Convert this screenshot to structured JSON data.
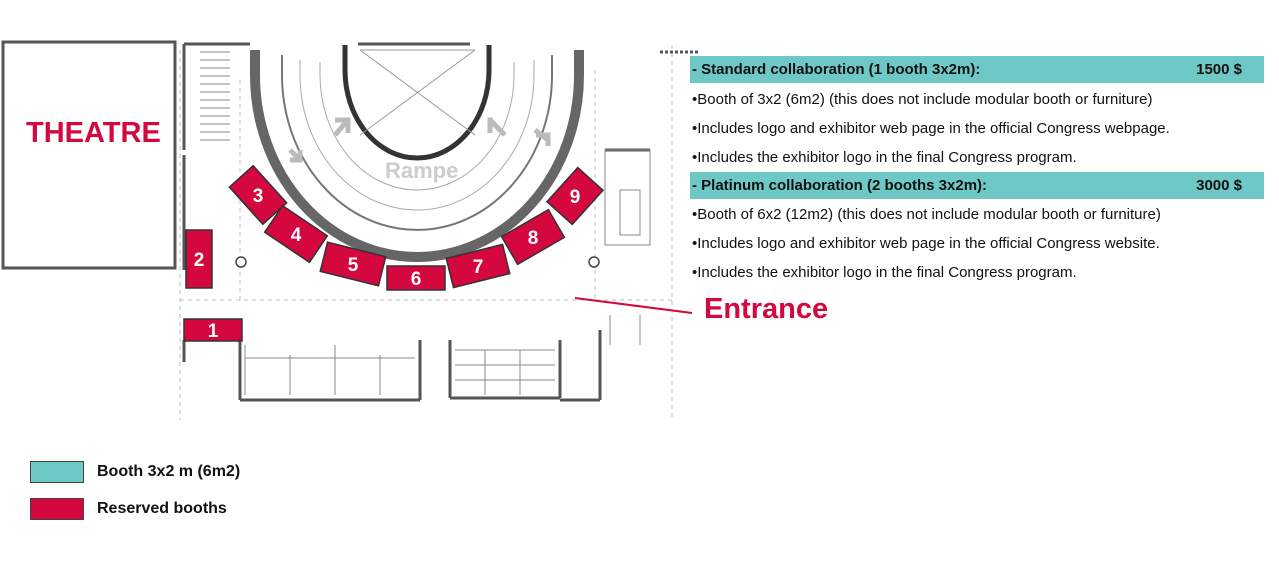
{
  "plan": {
    "theatre_label": "THEATRE",
    "ramp_label": "Rampe",
    "entrance_label": "Entrance",
    "booths": [
      {
        "number": "1",
        "reserved": true
      },
      {
        "number": "2",
        "reserved": true
      },
      {
        "number": "3",
        "reserved": true
      },
      {
        "number": "4",
        "reserved": true
      },
      {
        "number": "5",
        "reserved": true
      },
      {
        "number": "6",
        "reserved": true
      },
      {
        "number": "7",
        "reserved": true
      },
      {
        "number": "8",
        "reserved": true
      },
      {
        "number": "9",
        "reserved": true
      }
    ]
  },
  "packages": [
    {
      "title": "- Standard collaboration (1 booth 3x2m):",
      "price": "1500 $",
      "bullets": [
        "Booth of 3x2 (6m2) (this does not include modular booth or furniture)",
        "Includes logo and exhibitor web page in the official Congress webpage.",
        "Includes the exhibitor logo in the final Congress program."
      ]
    },
    {
      "title": "- Platinum collaboration (2 booths 3x2m):",
      "price": "3000 $",
      "bullets": [
        "Booth of 6x2 (12m2) (this does not include modular booth or furniture)",
        "Includes logo and exhibitor web page in the official Congress website.",
        "Includes the exhibitor logo in the final Congress program."
      ]
    }
  ],
  "legend": [
    {
      "label": "Booth 3x2 m (6m2)",
      "color": "#6ec8c6"
    },
    {
      "label": "Reserved booths",
      "color": "#d4073f"
    }
  ],
  "colors": {
    "accent": "#d4073f",
    "teal": "#6ec8c6",
    "wall": "#555555"
  }
}
